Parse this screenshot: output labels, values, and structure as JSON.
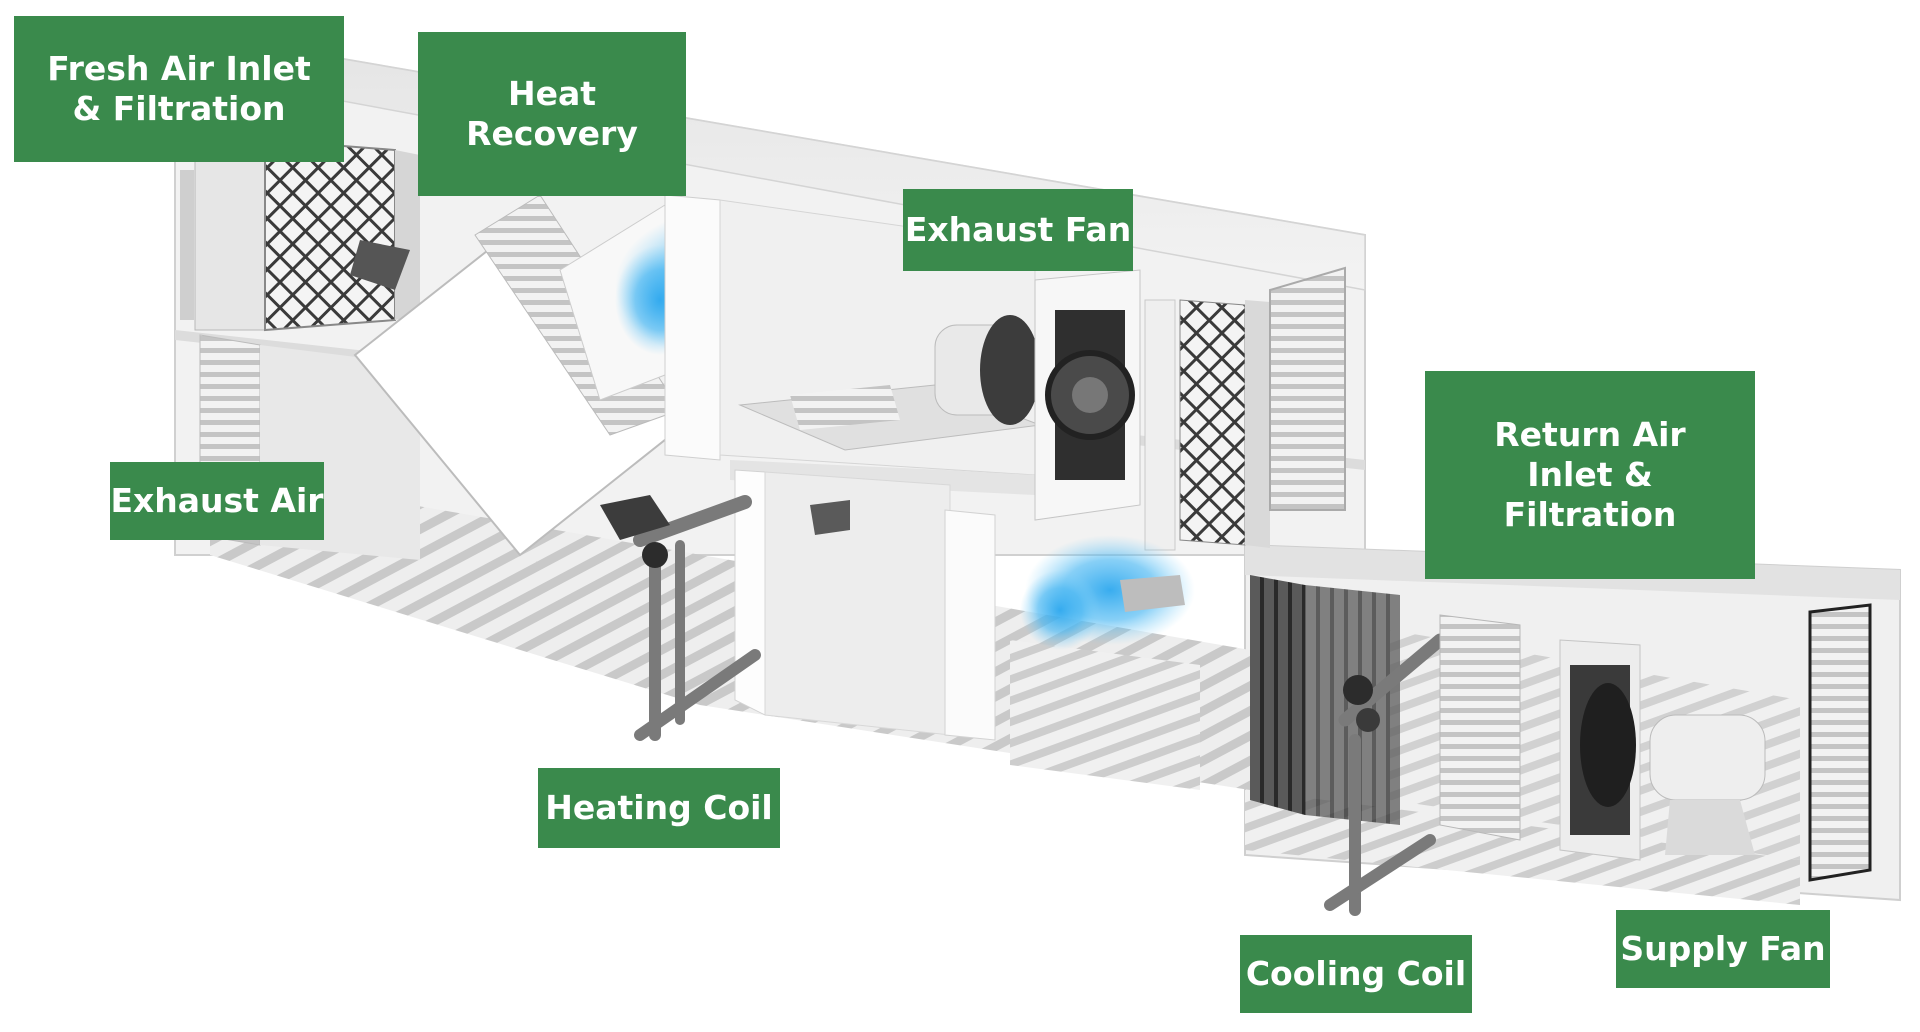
{
  "diagram": {
    "labels": {
      "fresh_air_inlet": [
        "Fresh Air Inlet",
        "& Filtration"
      ],
      "heat_recovery": [
        "Heat",
        "Recovery"
      ],
      "exhaust_fan": [
        "Exhaust Fan"
      ],
      "exhaust_air": [
        "Exhaust Air"
      ],
      "return_air_inlet": [
        "Return Air",
        "Inlet &",
        "Filtration"
      ],
      "heating_coil": [
        "Heating Coil"
      ],
      "cooling_coil": [
        "Cooling Coil"
      ],
      "supply_fan": [
        "Supply Fan"
      ]
    },
    "colors": {
      "label_background": "#3a8a4c",
      "label_text": "#ffffff",
      "housing": "#eeeeee",
      "grating": "#c8c8c8",
      "airflow": "#2ea8ee",
      "pipe": "#8a8a8a"
    }
  }
}
